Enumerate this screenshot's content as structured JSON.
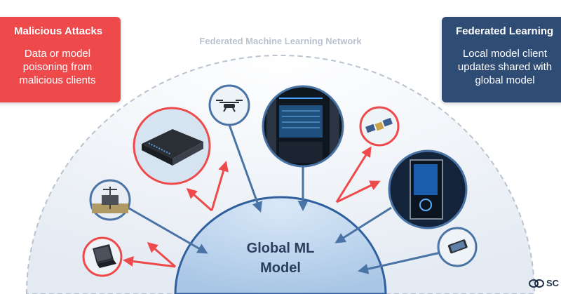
{
  "network_title": "Federated Machine Learning Network",
  "center_label_line1": "Global ML",
  "center_label_line2": "Model",
  "left_card": {
    "title": "Malicious Attacks",
    "body_lines": [
      "Data or model",
      "poisoning from",
      "malicious clients"
    ]
  },
  "right_card": {
    "title": "Federated Learning",
    "body_lines": [
      "Local model client",
      "updates shared with",
      "global model"
    ]
  },
  "brand": "SC",
  "colors": {
    "attack_red": "#ee4a4c",
    "federated_navy": "#2f4c74",
    "client_link_blue": "#4a73a6",
    "network_border": "#b9c3cf"
  },
  "clients": [
    {
      "name": "network-switch",
      "kind": "switch",
      "malicious": true
    },
    {
      "name": "drone",
      "kind": "drone",
      "malicious": false
    },
    {
      "name": "server-rack",
      "kind": "server",
      "malicious": false
    },
    {
      "name": "satellite",
      "kind": "satellite",
      "malicious": true
    },
    {
      "name": "gaming-pc",
      "kind": "pc",
      "malicious": false
    },
    {
      "name": "weather-station",
      "kind": "station",
      "malicious": false
    },
    {
      "name": "laptop",
      "kind": "laptop",
      "malicious": true
    },
    {
      "name": "smartphone",
      "kind": "phone",
      "malicious": false
    }
  ]
}
